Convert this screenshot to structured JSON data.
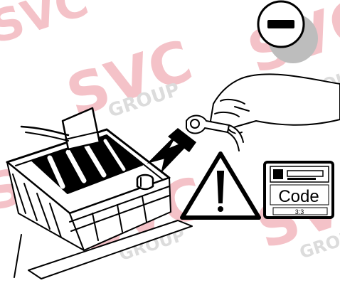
{
  "watermark": {
    "logo_text": "SVC",
    "group_text": "GROUP",
    "color": "#f2b8be",
    "gray": "#d6d6d6"
  },
  "minus_symbol": {
    "icon": "minus-terminal-icon"
  },
  "warning_symbol": {
    "icon": "warning-exclamation-icon"
  },
  "radio_display": {
    "label": "Code",
    "counter": "3:3"
  },
  "colors": {
    "line": "#000000",
    "paper": "#ffffff",
    "shadow": "#bdbdbd"
  }
}
